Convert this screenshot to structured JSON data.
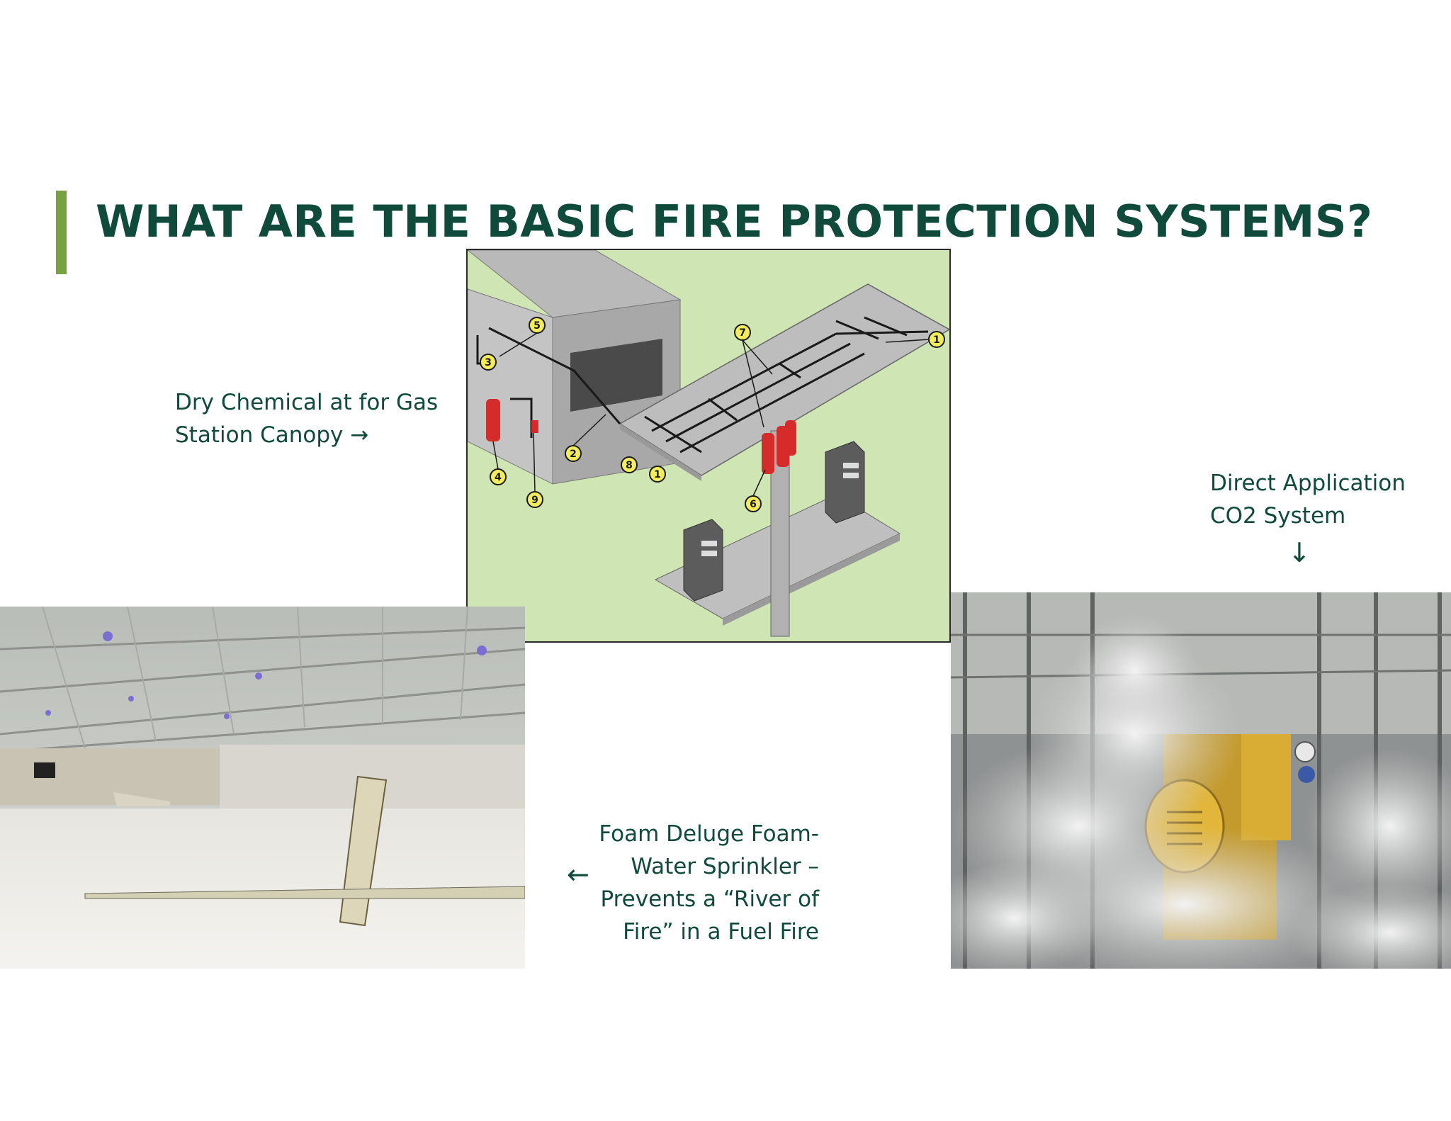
{
  "slide": {
    "title": "WHAT ARE THE BASIC FIRE PROTECTION SYSTEMS?",
    "accent_color": "#76a23f",
    "title_color": "#0f4a3b"
  },
  "captions": {
    "dry_chemical": {
      "line1": "Dry Chemical at for Gas",
      "line2": "Station Canopy →"
    },
    "co2": {
      "line1": "Direct Application",
      "line2": "CO2 System",
      "arrow": "↓"
    },
    "foam": {
      "line1": "Foam Deluge Foam-",
      "line2": "Water Sprinkler –",
      "line3": "Prevents a “River of",
      "line4": "Fire” in a Fuel Fire",
      "arrow": "←"
    }
  },
  "diagram": {
    "callouts": [
      "5",
      "3",
      "2",
      "4",
      "9",
      "8",
      "1",
      "7",
      "1",
      "6"
    ],
    "background_color": "#cfe5b3",
    "cylinder_color": "#d62b2b"
  },
  "images": {
    "hangar": "hangar-foam-photo",
    "co2": "co2-discharge-photo"
  }
}
